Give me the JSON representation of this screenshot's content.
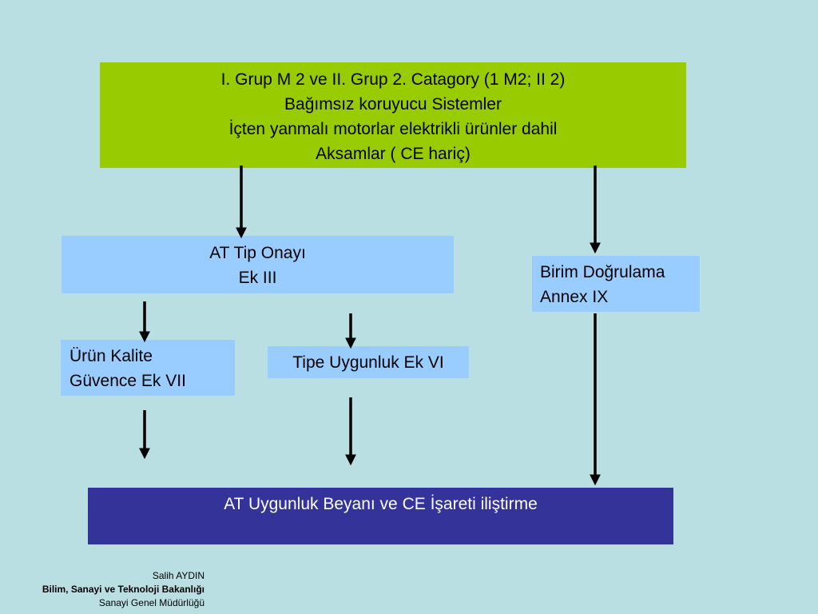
{
  "top_box": {
    "lines": [
      "I. Grup M 2 ve II. Grup 2. Catagory  (1 M2; II 2)",
      "Bağımsız koruyucu Sistemler",
      "İçten yanmalı motorlar elektrikli ürünler dahil",
      "Aksamlar ( CE hariç)"
    ]
  },
  "tip_onayi": {
    "lines": [
      "AT Tip Onayı",
      "Ek III"
    ]
  },
  "birim_dogrulama": {
    "lines": [
      "Birim Doğrulama",
      "Annex IX"
    ]
  },
  "urun_kalite": {
    "lines": [
      "Ürün Kalite",
      "Güvence Ek VII"
    ]
  },
  "tipe_uygunluk": {
    "label": "Tipe Uygunluk Ek VI"
  },
  "final_box": {
    "label": "AT Uygunluk Beyanı ve CE İşareti iliştirme"
  },
  "footer": {
    "author": "Salih AYDIN",
    "ministry": "Bilim, Sanayi ve Teknoloji Bakanlığı",
    "department": "Sanayi Genel Müdürlüğü"
  },
  "colors": {
    "background": "#b9dfe3",
    "top_box": "#99cc00",
    "light_box": "#99ccff",
    "final_box": "#333399",
    "final_text": "#ffffff"
  }
}
